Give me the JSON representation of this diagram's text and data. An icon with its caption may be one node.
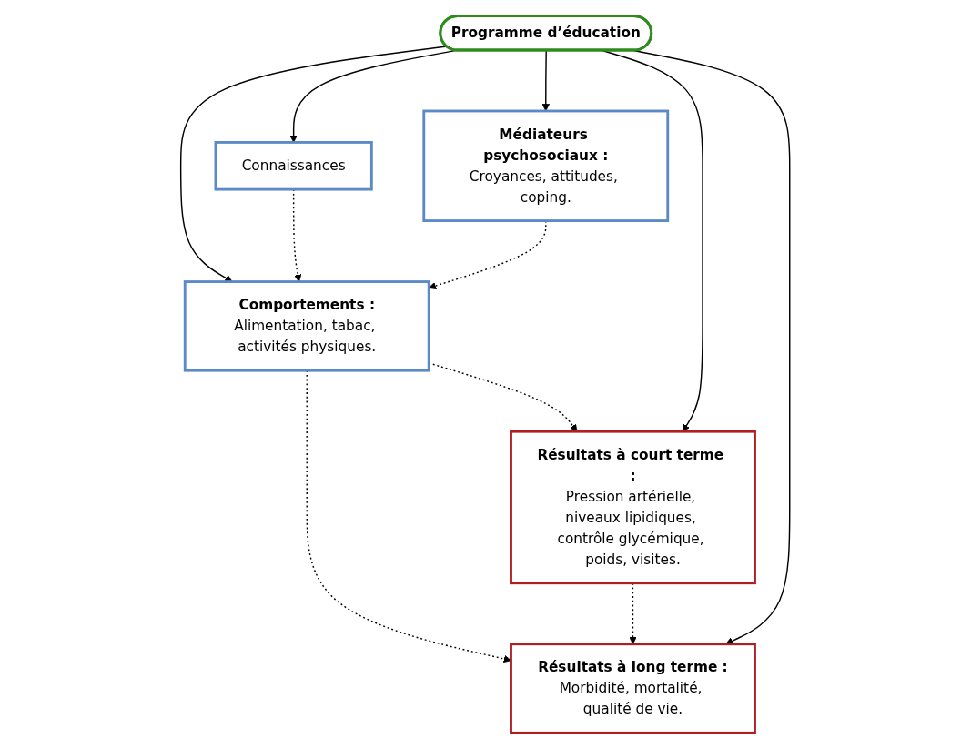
{
  "diagram": {
    "nodes": [
      {
        "text": [
          "Programme d’éducation"
        ]
      },
      {
        "text": [
          "Connaissances"
        ]
      },
      {
        "text": [
          "Médiateurs psychosociaux :",
          "Croyances, attitudes, coping."
        ]
      },
      {
        "text": [
          "Comportements :",
          "Alimentation, tabac, activités physiques."
        ]
      },
      {
        "text": [
          "Résultats à court terme :",
          "Pression artérielle, niveaux lipidiques, contrôle glycémique, poids, visites."
        ]
      },
      {
        "text": [
          "Résultats à long terme :",
          "Morbidité, mortalité, qualité de vie."
        ]
      }
    ],
    "edges": [
      {
        "from": 0,
        "to": 1,
        "arrow": "to"
      },
      {
        "from": 0,
        "to": 3,
        "arrow": "to"
      },
      {
        "from": 0,
        "to": 2,
        "arrow": "to"
      },
      {
        "from": 1,
        "to": 3,
        "arrow": "to",
        "style": "dashed"
      },
      {
        "from": 2,
        "to": 3,
        "arrow": "to",
        "style": "dashed"
      },
      {
        "from": 3,
        "to": 4,
        "arrow": "to",
        "style": "dashed"
      },
      {
        "from": 3,
        "to": 5,
        "arrow": "to",
        "style": "dashed"
      },
      {
        "from": 4,
        "to": 5,
        "arrow": "to",
        "style": "dashed"
      },
      {
        "from": 0,
        "to": 4,
        "arrow": "to"
      },
      {
        "from": 0,
        "to": 5,
        "arrow": "to"
      }
    ]
  }
}
